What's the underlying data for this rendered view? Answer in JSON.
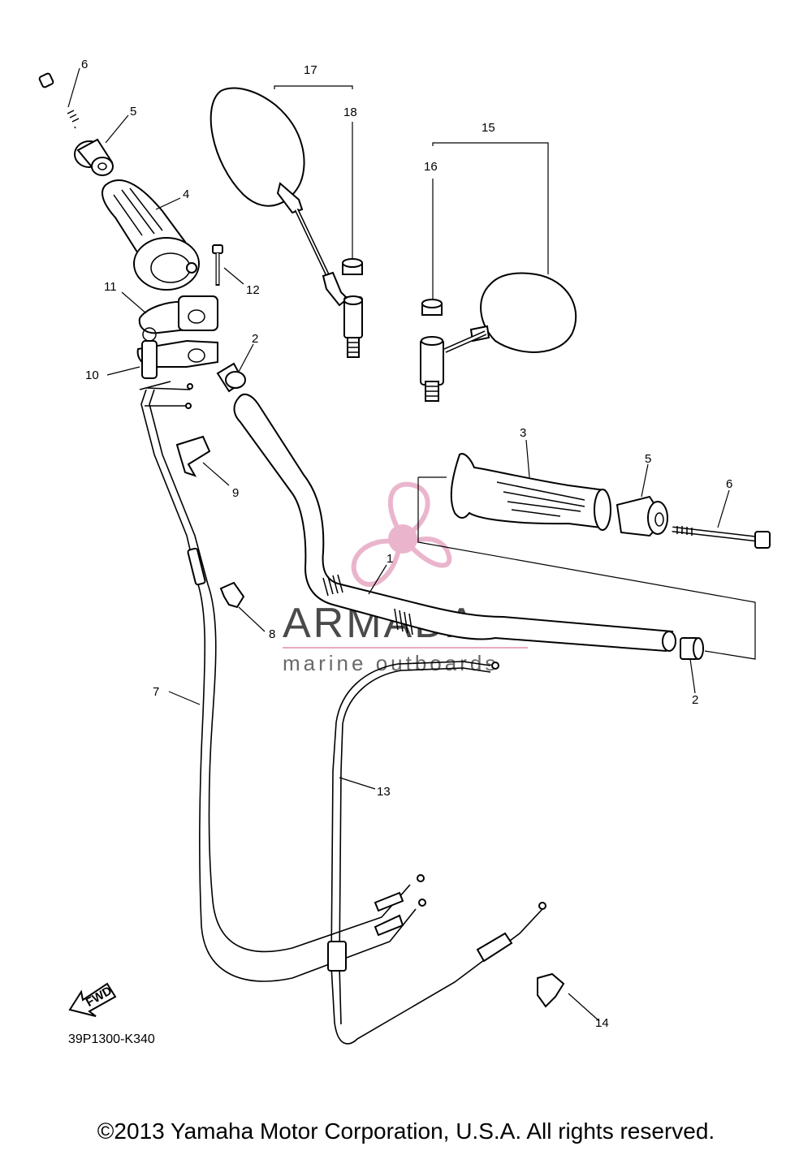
{
  "labels": {
    "1": "1",
    "2a": "2",
    "2b": "2",
    "3": "3",
    "4": "4",
    "5a": "5",
    "5b": "5",
    "6a": "6",
    "6b": "6",
    "7": "7",
    "8": "8",
    "9": "9",
    "10": "10",
    "11": "11",
    "12": "12",
    "13": "13",
    "14": "14",
    "15": "15",
    "16": "16",
    "17": "17",
    "18": "18"
  },
  "fwd_arrow": "FWD",
  "diagram_code": "39P1300-K340",
  "watermark": {
    "name": "ARMADA",
    "sub": "marine outboards",
    "logo_color": "#e7a9c4"
  },
  "copyright": "©2013 Yamaha Motor Corporation, U.S.A. All rights reserved."
}
